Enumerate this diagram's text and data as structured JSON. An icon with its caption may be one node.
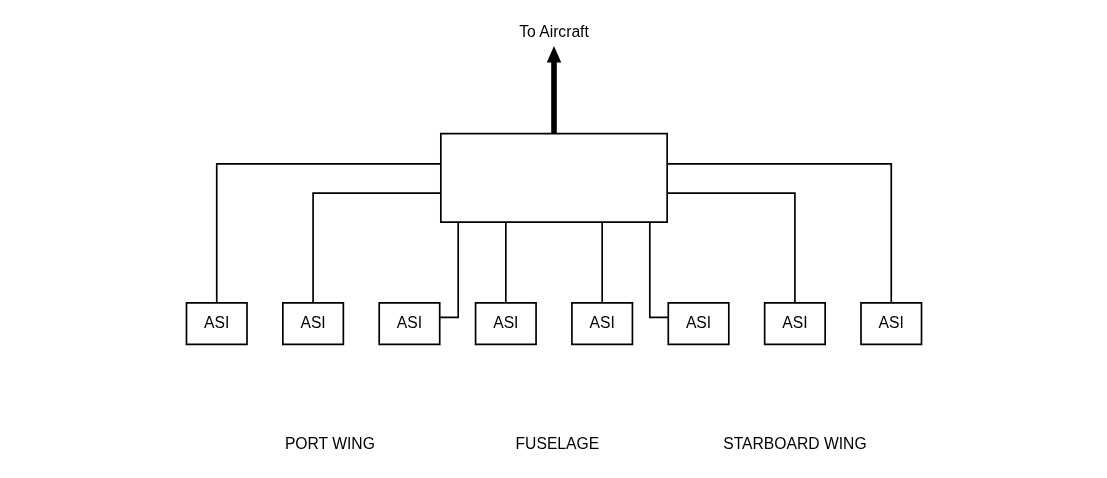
{
  "diagram": {
    "nodes": [
      {
        "text": [],
        "shape": "box"
      },
      {
        "text": [
          "ASI"
        ]
      },
      {
        "text": [
          "ASI"
        ]
      },
      {
        "text": [
          "ASI"
        ]
      },
      {
        "text": [
          "ASI"
        ]
      },
      {
        "text": [
          "ASI"
        ]
      },
      {
        "text": [
          "ASI"
        ]
      },
      {
        "text": [
          "ASI"
        ]
      },
      {
        "text": [
          "ASI"
        ]
      },
      {
        "text": [
          "To Aircraft"
        ]
      }
    ],
    "edges": [
      {
        "from": 0,
        "to": 9,
        "arrow": "to",
        "style": "thick"
      },
      {
        "from": 0,
        "to": 1,
        "arrow": "none"
      },
      {
        "from": 0,
        "to": 2,
        "arrow": "none"
      },
      {
        "from": 0,
        "to": 3,
        "arrow": "none"
      },
      {
        "from": 0,
        "to": 4,
        "arrow": "none"
      },
      {
        "from": 0,
        "to": 5,
        "arrow": "none"
      },
      {
        "from": 0,
        "to": 6,
        "arrow": "none"
      },
      {
        "from": 0,
        "to": 7,
        "arrow": "none"
      },
      {
        "from": 0,
        "to": 8,
        "arrow": "none"
      }
    ],
    "labels": [
      "PORT WING",
      "FUSELAGE",
      "STARBOARD WING"
    ]
  }
}
